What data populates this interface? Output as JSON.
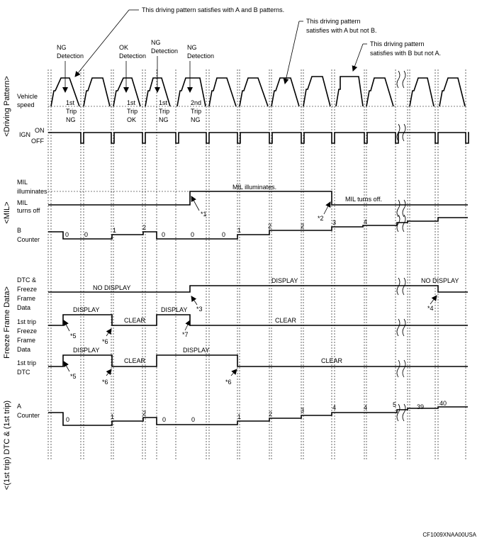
{
  "annotations": {
    "both": "This driving pattern satisfies with A and B patterns.",
    "a_not_b_1": "This driving pattern",
    "a_not_b_2": "satisfies with A but not B.",
    "b_not_a_1": "This driving pattern",
    "b_not_a_2": "satisfies with B but not A."
  },
  "detections": {
    "ng1_1": "NG",
    "ng1_2": "Detection",
    "ok_1": "OK",
    "ok_2": "Detection",
    "ng2_1": "NG",
    "ng2_2": "Detection",
    "ng3_1": "NG",
    "ng3_2": "Detection"
  },
  "trips": [
    {
      "l1": "1st",
      "l2": "Trip",
      "l3": "NG"
    },
    {
      "l1": "1st",
      "l2": "Trip",
      "l3": "OK"
    },
    {
      "l1": "1st",
      "l2": "Trip",
      "l3": "NG"
    },
    {
      "l1": "2nd",
      "l2": "Trip",
      "l3": "NG"
    }
  ],
  "groups": {
    "driving": "<Driving Pattern>",
    "mil": "<MIL>",
    "freeze": "Freeze Frame Data>",
    "dtc": "<(1st trip) DTC & (1st trip)"
  },
  "rows": {
    "vehicle_1": "Vehicle",
    "vehicle_2": "speed",
    "ign": "IGN",
    "on": "ON",
    "off": "OFF",
    "mil_ill_1": "MIL",
    "mil_ill_2": "illuminates",
    "mil_off_1": "MIL",
    "mil_off_2": "turns off",
    "b_1": "B",
    "b_2": "Counter",
    "dtc_1": "DTC &",
    "dtc_2": "Freeze",
    "dtc_3": "Frame",
    "dtc_4": "Data",
    "fft_1": "1st trip",
    "fft_2": "Freeze",
    "fft_3": "Frame",
    "fft_4": "Data",
    "ftd_1": "1st trip",
    "ftd_2": "DTC",
    "a_1": "A",
    "a_2": "Counter"
  },
  "states": {
    "mil_illuminates": "MIL illuminates.",
    "mil_turns_off": "MIL turns off.",
    "display": "DISPLAY",
    "no_display": "NO DISPLAY",
    "clear": "CLEAR"
  },
  "b_counter": {
    "v1": "0",
    "v2": "0",
    "v3": "1",
    "v4": "2",
    "v5": "0",
    "v6": "0",
    "v7": "0",
    "v8": "1",
    "v9": "2",
    "v10": "2",
    "v11": "3",
    "v12": "4"
  },
  "a_counter": {
    "v1": "0",
    "v2": "1",
    "v3": "2",
    "v4": "0",
    "v5": "0",
    "v6": "1",
    "v7": "2",
    "v8": "3",
    "v9": "4",
    "v10": "4",
    "v11": "5",
    "v12": "39",
    "v13": "40"
  },
  "notes": {
    "n1": "*1",
    "n2": "*2",
    "n3": "*3",
    "n4": "*4",
    "n5a": "*5",
    "n5b": "*5",
    "n6a": "*6",
    "n6b": "*6",
    "n6c": "*6",
    "n7": "*7"
  },
  "code": "CF1009XNAA00USA"
}
